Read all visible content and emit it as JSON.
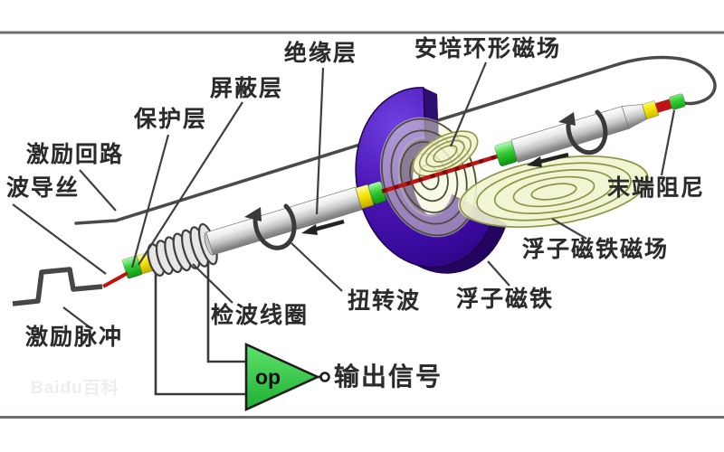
{
  "labels": {
    "insulation_layer": "绝缘层",
    "ampere_ring_field": "安培环形磁场",
    "shielding_layer": "屏蔽层",
    "protective_layer": "保护层",
    "excitation_loop": "激励回路",
    "waveguide_wire": "波导丝",
    "end_damping": "末端阻尼",
    "float_magnet_field": "浮子磁铁磁场",
    "torsional_wave": "扭转波",
    "float_magnet": "浮子磁铁",
    "detection_coil": "检波线圈",
    "excitation_pulse": "激励脉冲",
    "op_amp": "op",
    "output_signal": "输出信号"
  },
  "watermark": "Baidu百科",
  "colors": {
    "magnet_purple": "#3d0f9e",
    "band_green": "#2ecc2e",
    "band_yellow": "#f2e000",
    "waveguide_red": "#c01414",
    "field_line_pale": "#f1f4cf",
    "field_line_stroke": "#8e9446",
    "opamp_green": "#33cc44",
    "annotation_dark": "#3f3f3f",
    "border_gray": "#6b6f73"
  }
}
